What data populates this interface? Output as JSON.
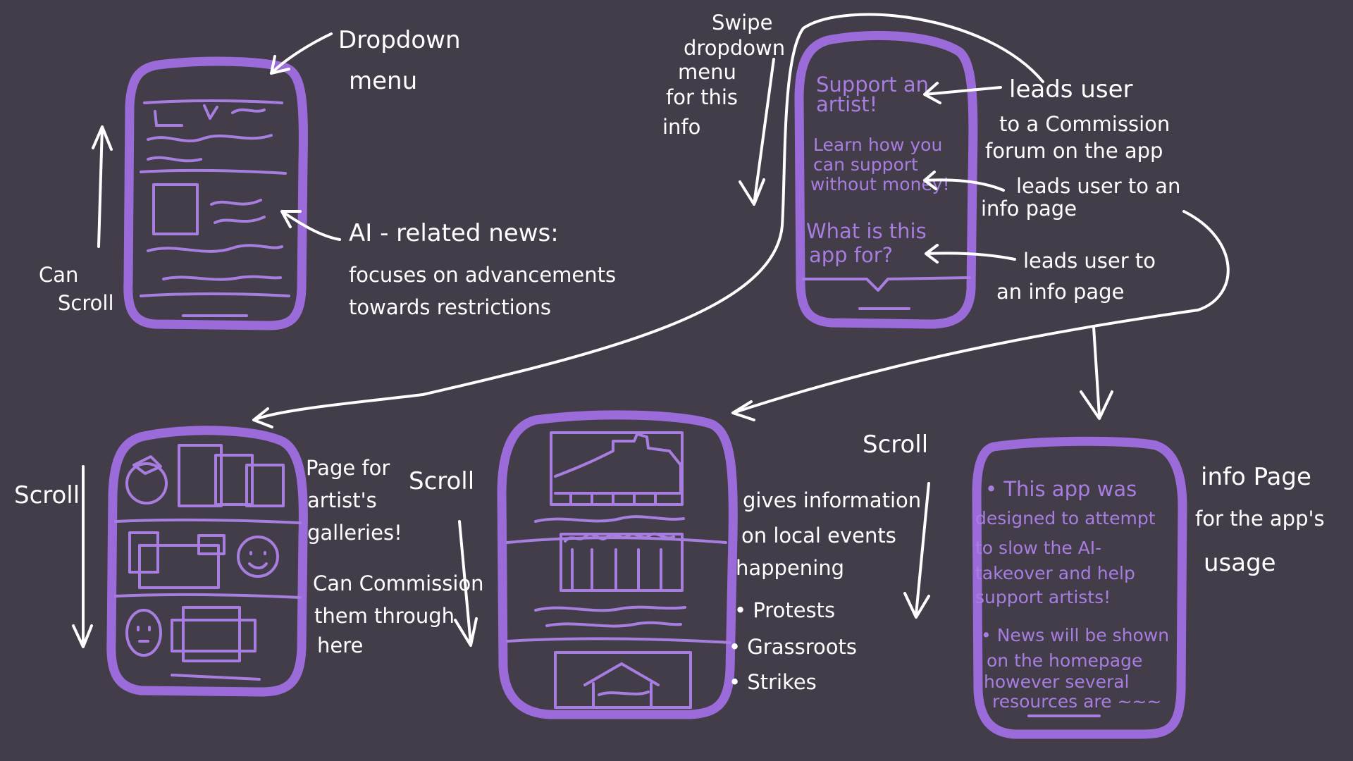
{
  "colors": {
    "background": "#433c49",
    "phone_outline": "#9b6cd9",
    "sketch_ink": "#a77ee0",
    "annotation": "#ffffff"
  },
  "annotations": {
    "dropdown_menu": [
      "Dropdown",
      "menu"
    ],
    "can_scroll": [
      "Can",
      "Scroll"
    ],
    "ai_news": [
      "AI - related news:",
      "focuses on advancements",
      "towards restrictions"
    ],
    "swipe": [
      "Swipe",
      "dropdown",
      "menu",
      "for this",
      "info"
    ],
    "leads_commission": [
      "leads user",
      "to a Commission",
      "forum on the app"
    ],
    "leads_info_1": [
      "leads user to an",
      "info page"
    ],
    "leads_info_2": [
      "leads user to",
      "an info page"
    ],
    "scroll_gallery_left": "Scroll",
    "scroll_gallery_right": "Scroll",
    "gallery_desc": [
      "Page for",
      "artist's",
      "galleries!"
    ],
    "commission_desc": [
      "Can Commission",
      "them through",
      "here"
    ],
    "scroll_events": "Scroll",
    "events_desc": [
      "gives information",
      "on local events",
      "happening"
    ],
    "events_bullets": [
      "• Protests",
      "• Grassroots",
      "• Strikes"
    ],
    "info_page_desc": [
      "info Page",
      "for the app's",
      "usage"
    ]
  },
  "menu_phone": {
    "links": [
      [
        "Support an",
        "artist!"
      ],
      [
        "Learn how you",
        "can support",
        "without money!"
      ],
      [
        "What is this",
        "app for?"
      ]
    ]
  },
  "info_phone": {
    "paragraphs": [
      [
        "• This app was",
        "designed to attempt",
        "to slow the AI-",
        "takeover and help",
        "support artists!"
      ],
      [
        "• News will be shown",
        "on the homepage",
        "however several",
        "resources are ~~~"
      ]
    ]
  }
}
